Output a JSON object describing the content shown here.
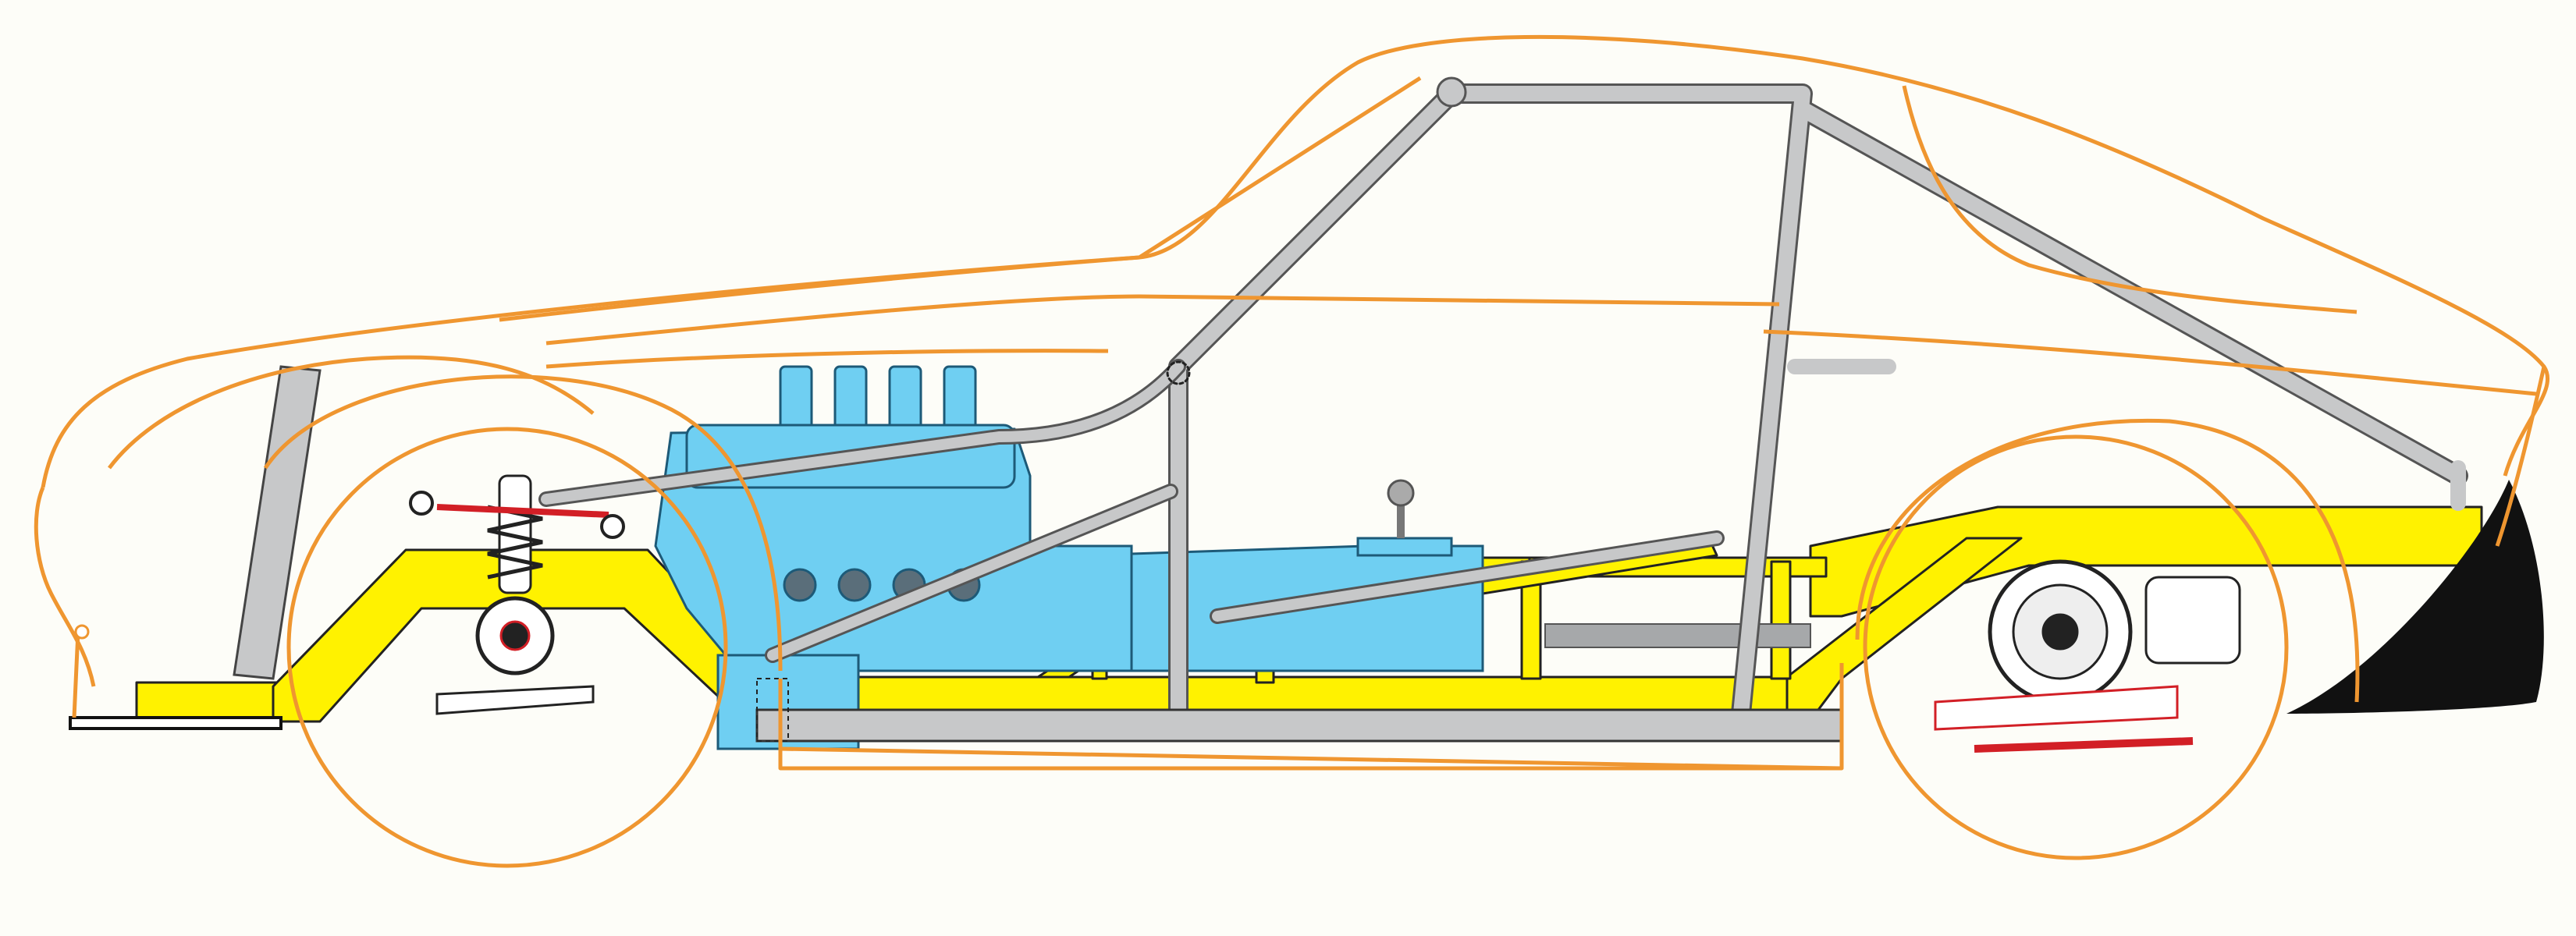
{
  "colors": {
    "background": "#fdfdf8",
    "body_outline": "#ef9630",
    "chassis_yellow": "#fff200",
    "roll_cage_gray": "#c7c8c9",
    "engine_blue": "#6fcff2",
    "suspension_red": "#d21f26",
    "wheel_well_black": "#111111",
    "outline_dark": "#222222"
  },
  "parts": {
    "body": "body-shell",
    "chassis": "ladder-frame",
    "roll_cage": "roll-cage",
    "engine": "v8-engine",
    "gearbox": "transmission",
    "front_suspension": "front-coilover-suspension",
    "rear_suspension": "rear-suspension",
    "front_wheel": "front-wheel-outline",
    "rear_wheel": "rear-wheel-outline"
  }
}
